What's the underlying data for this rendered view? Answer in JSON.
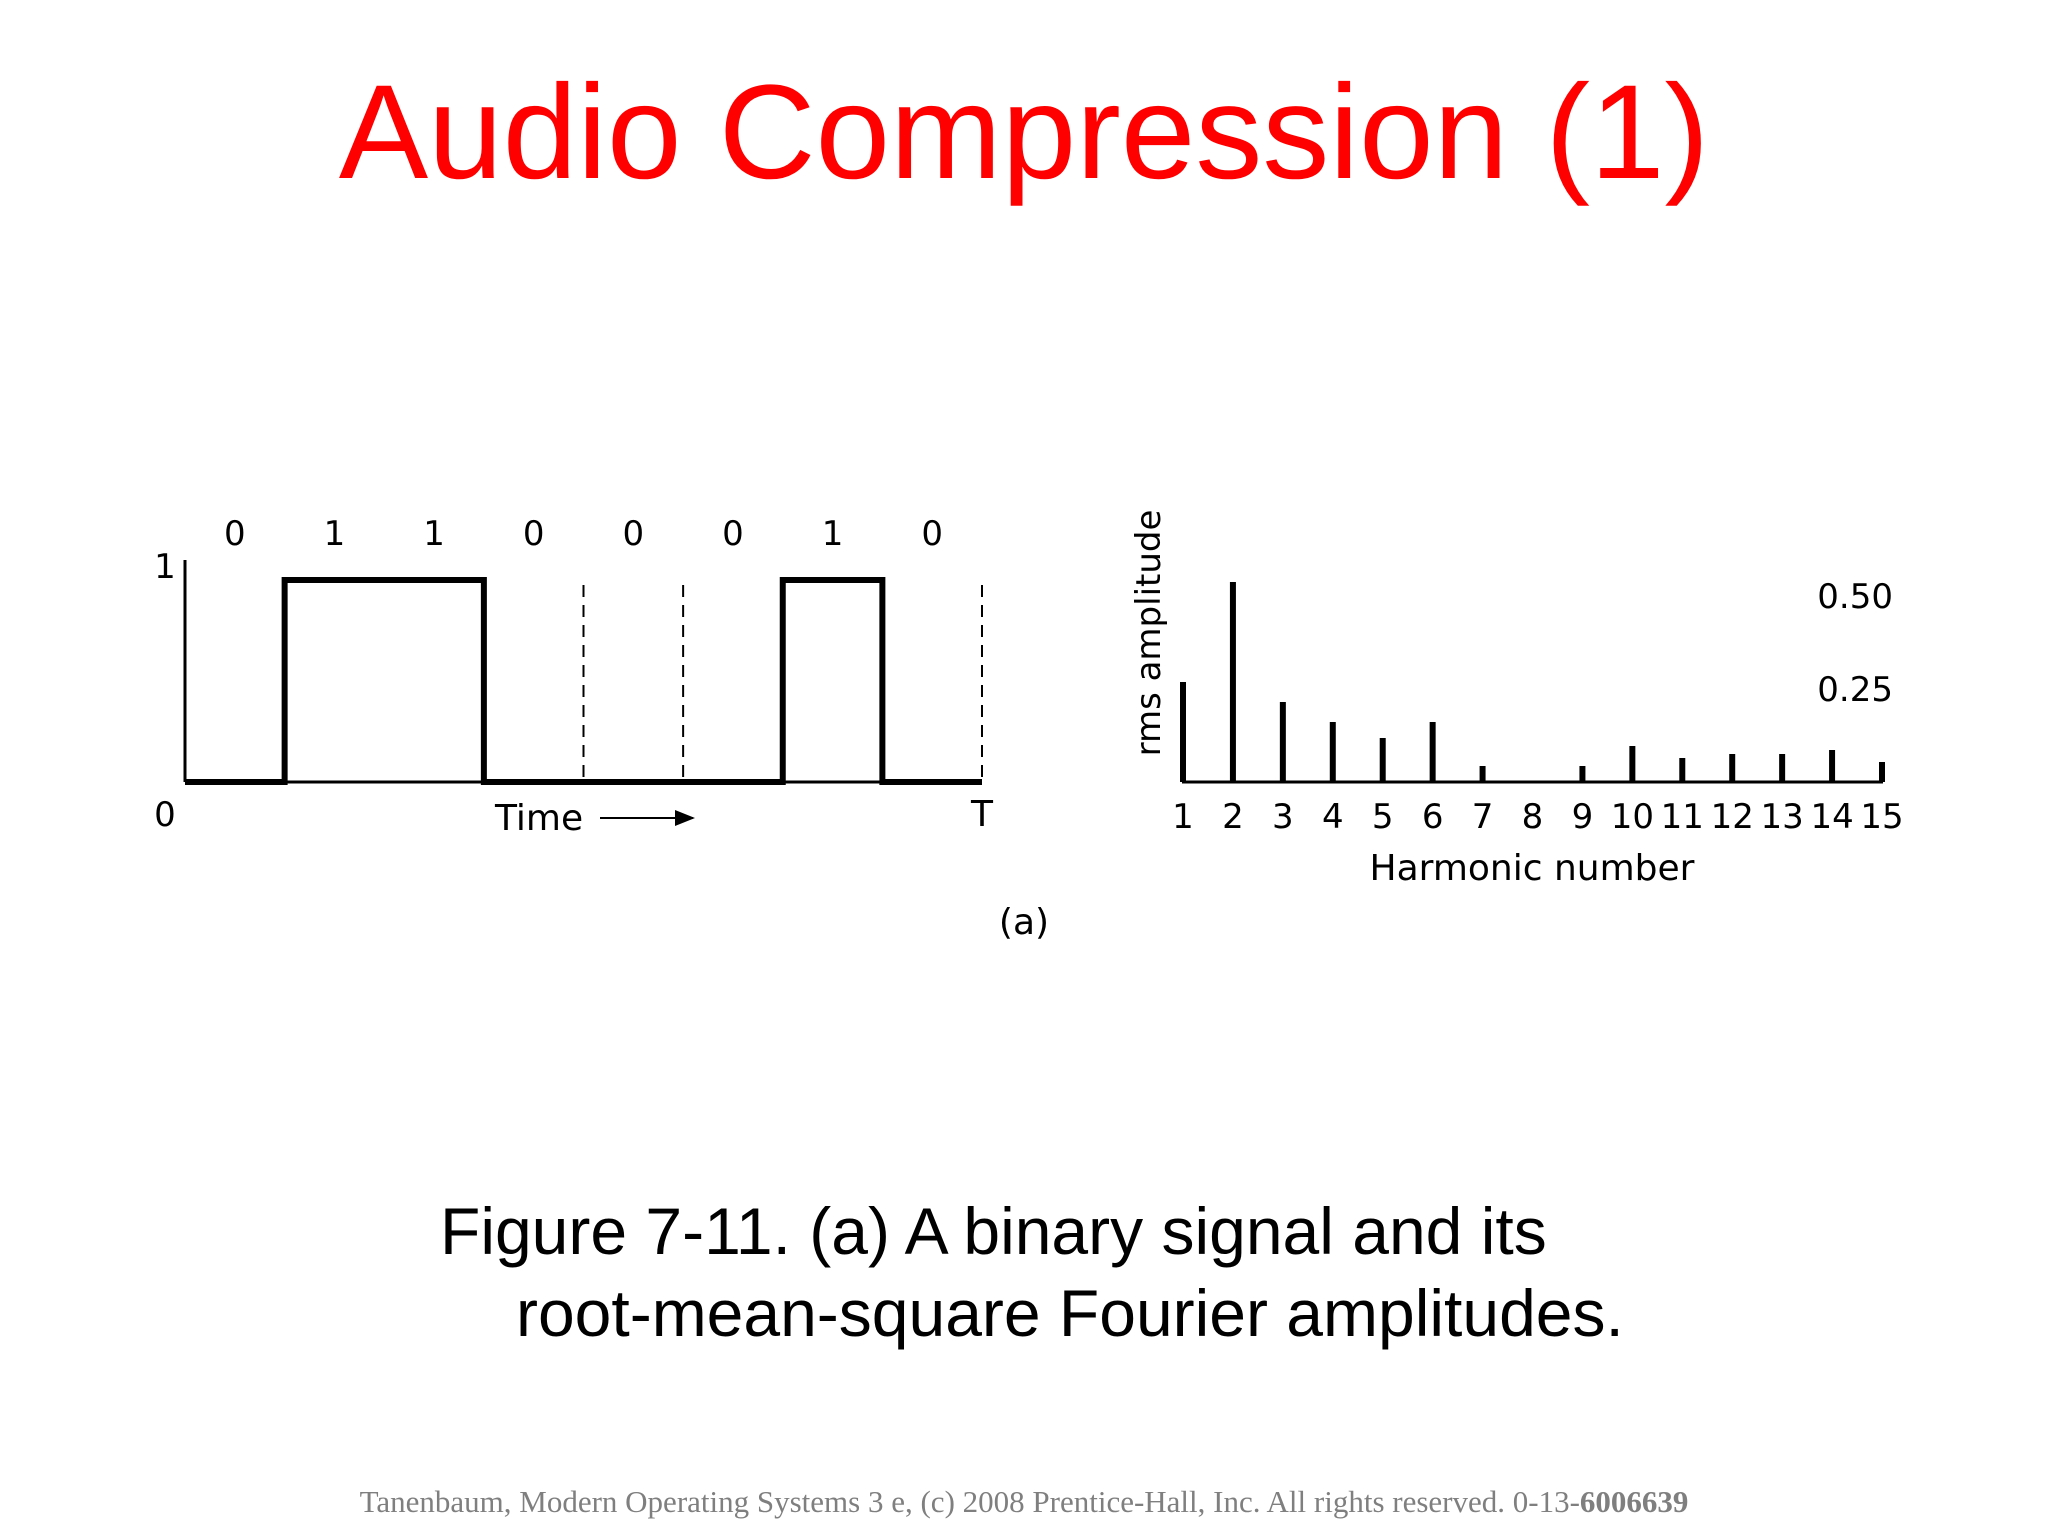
{
  "slide": {
    "title": "Audio Compression (1)",
    "caption_line1": "Figure 7-11. (a) A binary signal and its",
    "caption_line2": "root-mean-square Fourier amplitudes.",
    "footer_main": "Tanenbaum, Modern Operating Systems 3 e, (c) 2008 Prentice-Hall, Inc. All rights reserved. 0-13-",
    "footer_bold": "6006639"
  },
  "figure": {
    "panel_label": "(a)"
  },
  "chart_data": [
    {
      "type": "line",
      "bits": [
        "0",
        "1",
        "1",
        "0",
        "0",
        "0",
        "1",
        "0"
      ],
      "y_top_label": "1",
      "origin_label": "0",
      "xlabel": "Time",
      "x_end_label": "T"
    },
    {
      "type": "bar",
      "ylabel": "rms amplitude",
      "xlabel": "Harmonic number",
      "categories": [
        "1",
        "2",
        "3",
        "4",
        "5",
        "6",
        "7",
        "8",
        "9",
        "10",
        "11",
        "12",
        "13",
        "14",
        "15"
      ],
      "values": [
        0.25,
        0.5,
        0.2,
        0.15,
        0.11,
        0.15,
        0.04,
        0,
        0.04,
        0.09,
        0.06,
        0.07,
        0.07,
        0.08,
        0.05
      ],
      "ytick_labels": [
        "0.50",
        "0.25"
      ],
      "ytick_values": [
        0.5,
        0.25
      ]
    }
  ]
}
